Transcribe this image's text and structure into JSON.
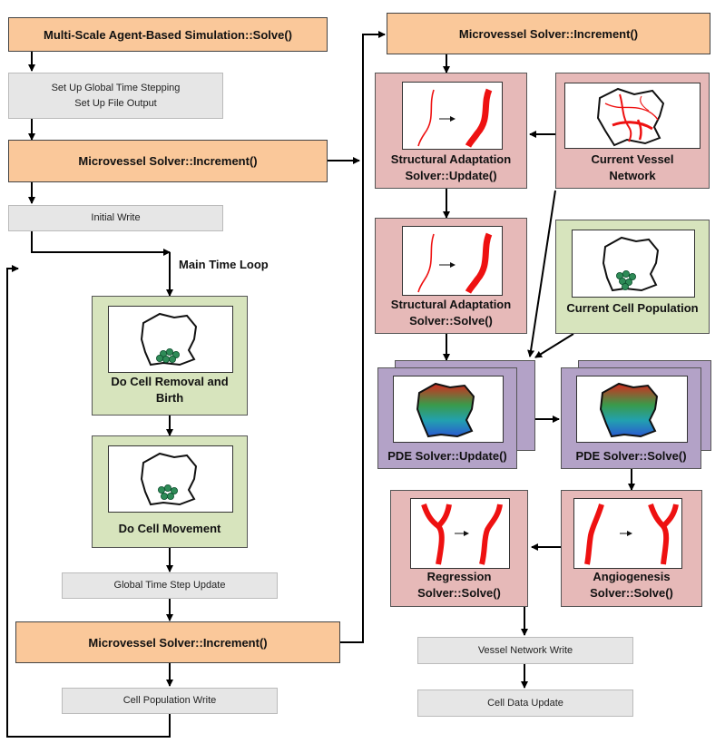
{
  "colors": {
    "orange": "#fac89a",
    "grey": "#e6e6e6",
    "pink": "#e6b9b8",
    "green": "#d7e4bd",
    "purple": "#b3a2c7",
    "vessel_red": "#ee1111",
    "cell_green": "#2e8b57"
  },
  "left": {
    "solve": "Multi-Scale Agent-Based Simulation::Solve()",
    "setup_line1": "Set Up Global Time Stepping",
    "setup_line2": "Set Up File Output",
    "increment_top": "Microvessel Solver::Increment()",
    "initial_write": "Initial Write",
    "main_loop": "Main Time Loop",
    "cell_removal_line1": "Do Cell Removal and",
    "cell_removal_line2": "Birth",
    "cell_movement": "Do Cell Movement",
    "global_update": "Global Time Step Update",
    "increment_bottom": "Microvessel Solver::Increment()",
    "cell_pop_write": "Cell Population Write"
  },
  "right": {
    "increment": "Microvessel Solver::Increment()",
    "sa_update_line1": "Structural Adaptation",
    "sa_update_line2": "Solver::Update()",
    "vessel_network_line1": "Current Vessel",
    "vessel_network_line2": "Network",
    "sa_solve_line1": "Structural Adaptation",
    "sa_solve_line2": "Solver::Solve()",
    "cell_population": "Current Cell Population",
    "pde_update": "PDE Solver::Update()",
    "pde_solve": "PDE Solver::Solve()",
    "regression_line1": "Regression",
    "regression_line2": "Solver::Solve()",
    "angiogenesis_line1": "Angiogenesis",
    "angiogenesis_line2": "Solver::Solve()",
    "vessel_write": "Vessel Network Write",
    "cell_data_update": "Cell Data Update"
  },
  "icons": [
    "vessel-adaptation-icon",
    "vessel-network-icon",
    "cell-cluster-icon",
    "concentration-field-icon",
    "vessel-regression-icon",
    "vessel-sprouting-icon"
  ]
}
